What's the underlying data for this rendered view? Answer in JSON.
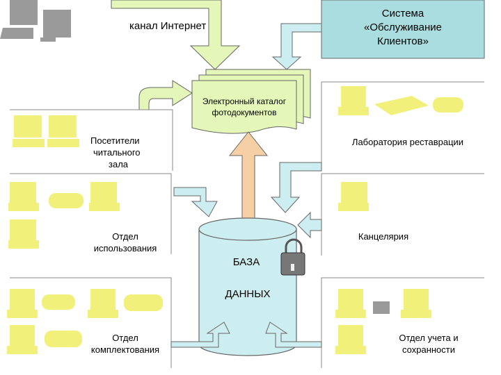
{
  "internet": {
    "label": "канал Интернет"
  },
  "crm": {
    "line1": "Система",
    "line2": "«Обслуживание",
    "line3": "Клиентов»"
  },
  "catalog": {
    "line1": "Электронный каталог",
    "line2": "фотодокументов"
  },
  "reading_room": {
    "line1": "Посетители",
    "line2": "читального",
    "line3": "зала"
  },
  "restoration": {
    "label": "Лаборатория реставрации"
  },
  "usage_dept": {
    "line1": "Отдел",
    "line2": "использования"
  },
  "office": {
    "label": "Канцелярия"
  },
  "database": {
    "line1": "БАЗА",
    "line2": "ДАННЫХ"
  },
  "acquisition_dept": {
    "line1": "Отдел",
    "line2": "комплектования"
  },
  "accounting_dept": {
    "line1": "Отдел учета и",
    "line2": "сохранности"
  },
  "colors": {
    "computer": "#f0f07a",
    "arrow_green": "#e4f7b8",
    "arrow_blue": "#cdeef0",
    "arrow_peach": "#f7cfa4",
    "crm_box": "#a9dde0",
    "database": "#cdeef0",
    "catalog": "#e4f7b8"
  }
}
